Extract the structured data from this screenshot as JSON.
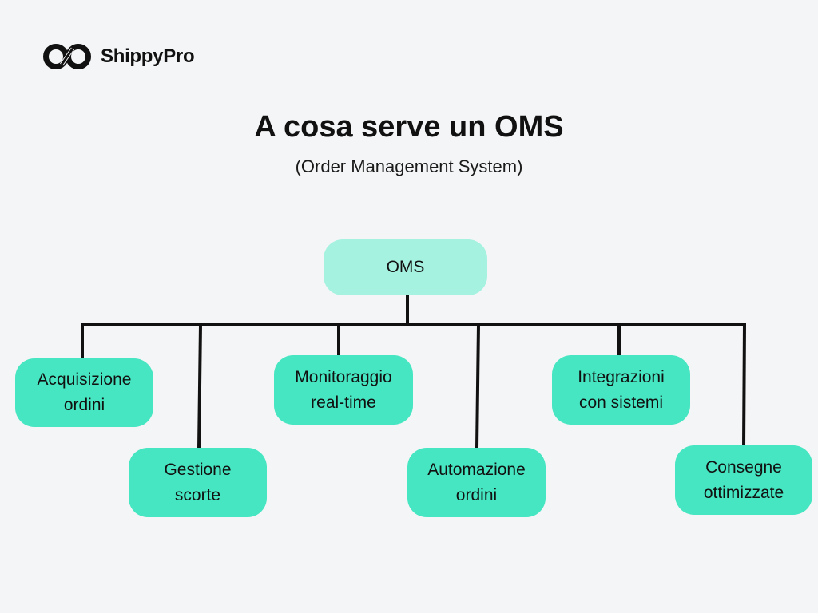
{
  "brand": {
    "name": "ShippyPro",
    "icon": "infinity-logo-icon",
    "color": "#111111"
  },
  "title": "A cosa serve un OMS",
  "subtitle": "(Order Management System)",
  "diagram": {
    "root": {
      "label": "OMS",
      "color": "#a6f2e1"
    },
    "leaf_color": "#46e6c2",
    "line_color": "#111111",
    "nodes": [
      {
        "lines": [
          "Acquisizione",
          "ordini"
        ]
      },
      {
        "lines": [
          "Gestione",
          "scorte"
        ]
      },
      {
        "lines": [
          "Monitoraggio",
          "real-time"
        ]
      },
      {
        "lines": [
          "Automazione",
          "ordini"
        ]
      },
      {
        "lines": [
          "Integrazioni",
          "con sistemi"
        ]
      },
      {
        "lines": [
          "Consegne",
          "ottimizzate"
        ]
      }
    ]
  }
}
